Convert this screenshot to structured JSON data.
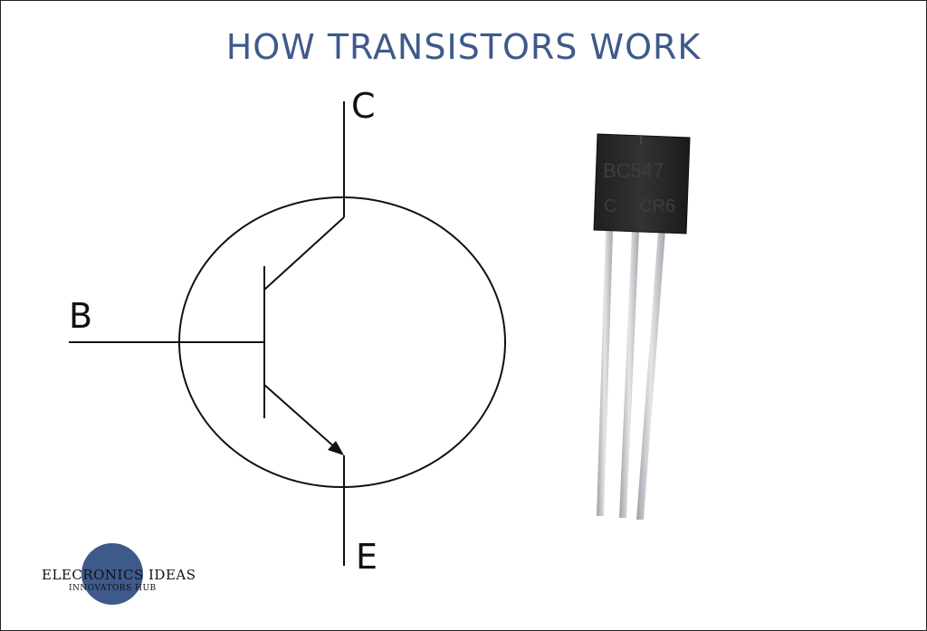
{
  "title": "HOW TRANSISTORS WORK",
  "symbol": {
    "pins": {
      "collector": "C",
      "base": "B",
      "emitter": "E"
    }
  },
  "component": {
    "marking_line1": "BC547",
    "marking_line2_left": "C",
    "marking_line2_right": "CR6"
  },
  "logo": {
    "main_text": "ELECRONICS IDEAS",
    "sub_text": "INNOVATORS HUB",
    "accent_color": "#3e5a8a"
  },
  "colors": {
    "title": "#3e5a8a",
    "line": "#111111",
    "package": "#2a2a2a",
    "leads": "#c9ccd0"
  }
}
